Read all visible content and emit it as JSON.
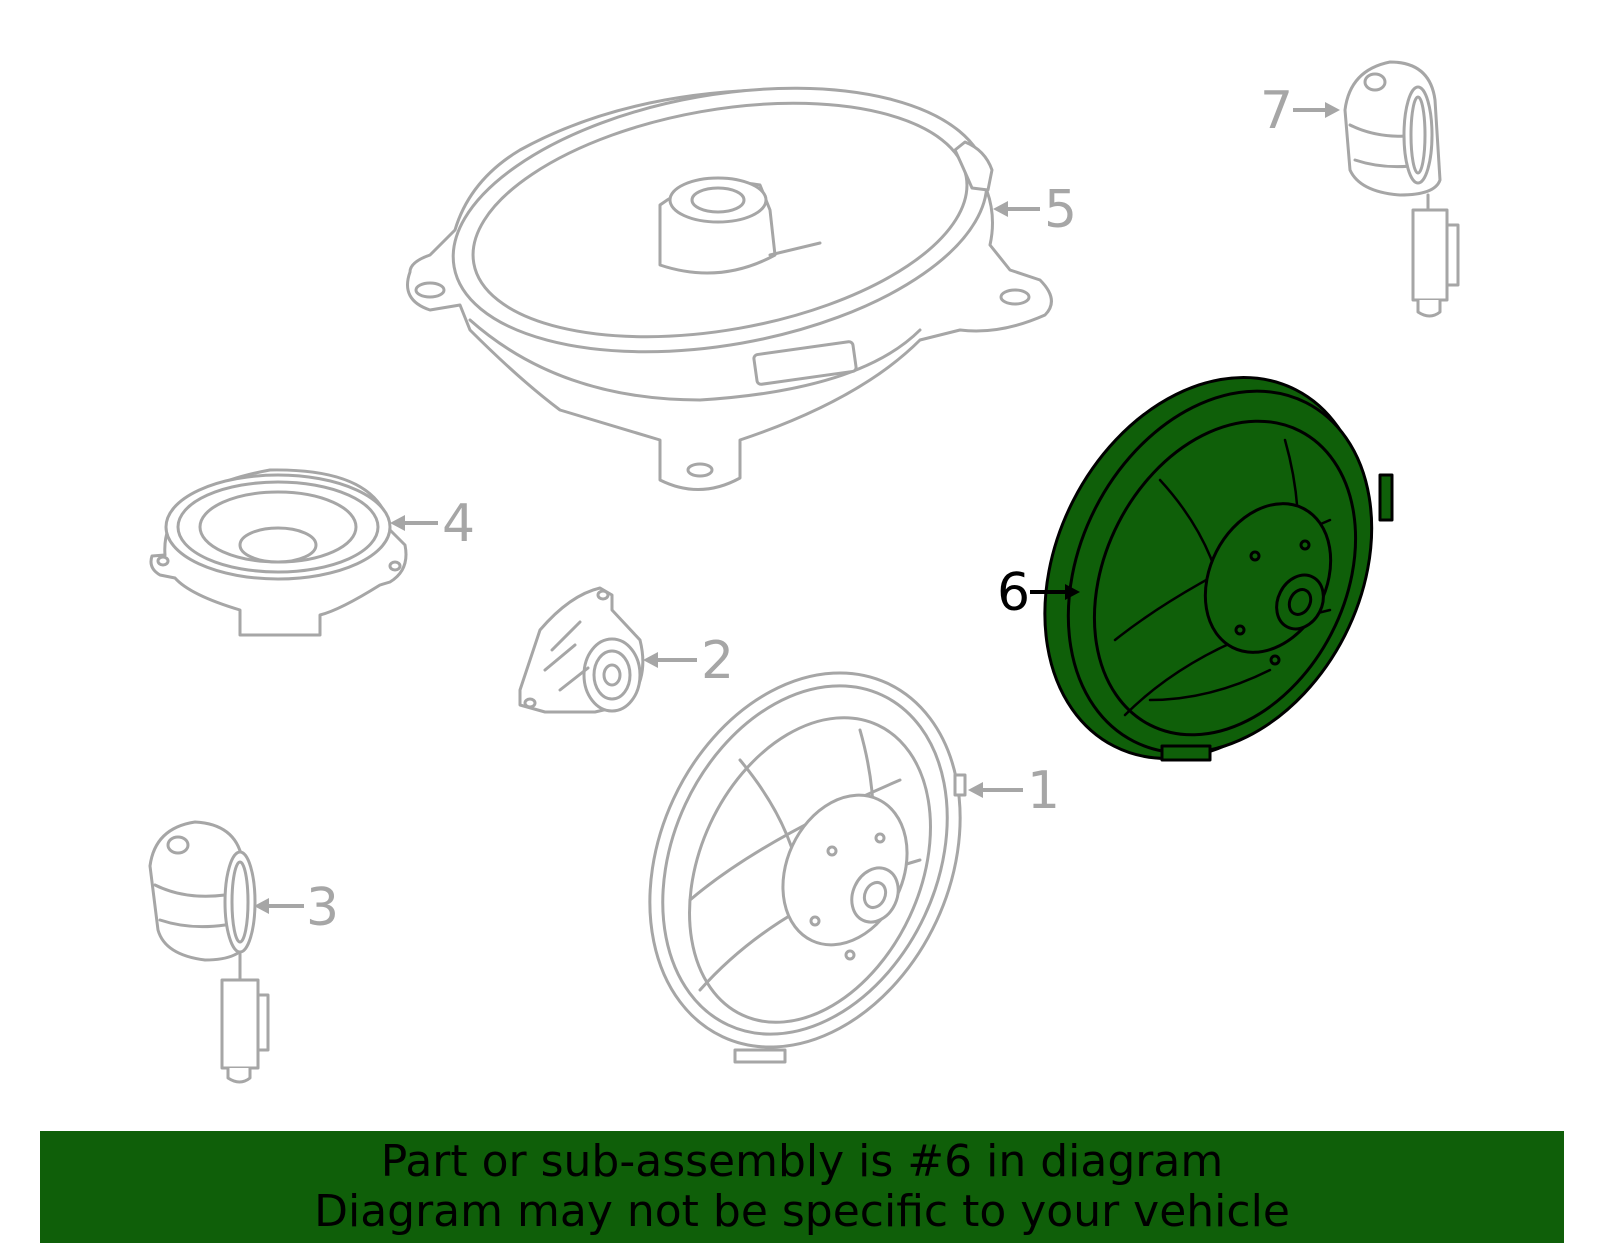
{
  "callouts": {
    "c1": "1",
    "c2": "2",
    "c3": "3",
    "c4": "4",
    "c5": "5",
    "c6": "6",
    "c7": "7"
  },
  "highlighted_part": "6",
  "colors": {
    "highlight": "#0f5f09",
    "outline": "#a6a6a6",
    "highlight_outline": "#000000"
  },
  "banner": {
    "line1": "Part or sub-assembly is #6 in diagram",
    "line2": "Diagram may not be specific to your vehicle"
  }
}
